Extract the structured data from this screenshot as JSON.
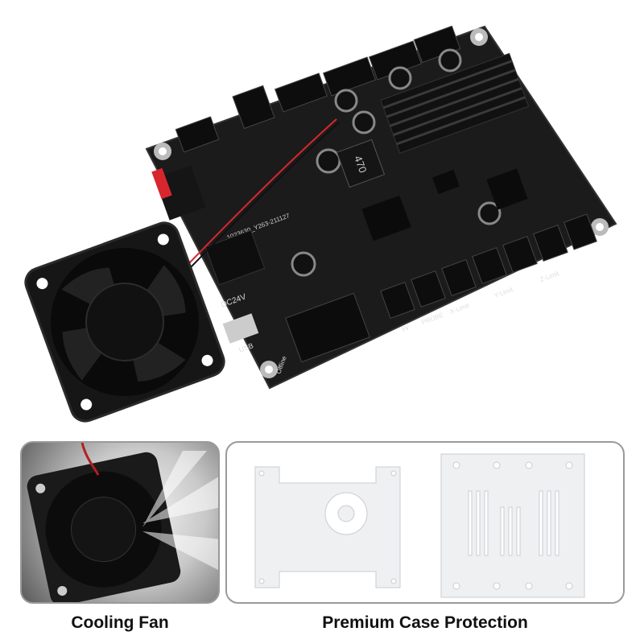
{
  "captions": {
    "fan": "Cooling Fan",
    "case": "Premium Case Protection"
  },
  "board_labels": {
    "inductor": "470",
    "serial": "1023630_Y263-211127",
    "power": "DC24V",
    "usb": "USB",
    "offline": "Offline",
    "v5": "5V",
    "probe": "PROBE",
    "x_limit": "X-Limit",
    "y_limit": "Y-Limit",
    "z_limit": "Z-Limit"
  },
  "colors": {
    "board": "#1b1b1b",
    "switch": "#d8262e",
    "fan": "#161616",
    "panel_border": "#9a9a9a",
    "acrylic": "#eef0f2"
  }
}
